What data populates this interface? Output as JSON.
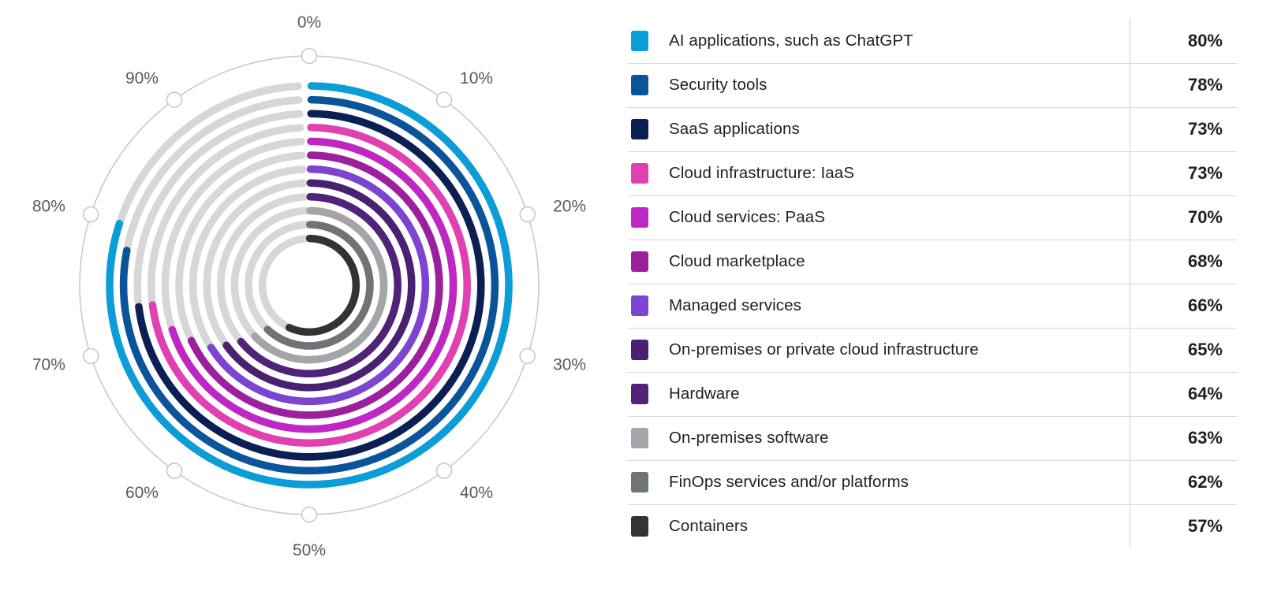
{
  "chart_data": {
    "type": "bar",
    "subtype": "radial-bar",
    "title": "",
    "xlabel": "",
    "ylabel": "",
    "categories": [
      "AI applications, such as ChatGPT",
      "Security tools",
      "SaaS applications",
      "Cloud infrastructure: IaaS",
      "Cloud services: PaaS",
      "Cloud marketplace",
      "Managed services",
      "On-premises or private cloud infrastructure",
      "Hardware",
      "On-premises software",
      "FinOps services and/or platforms",
      "Containers"
    ],
    "values": [
      80,
      78,
      73,
      73,
      70,
      68,
      66,
      65,
      64,
      63,
      62,
      57
    ],
    "value_labels": [
      "80%",
      "78%",
      "73%",
      "73%",
      "70%",
      "68%",
      "66%",
      "65%",
      "64%",
      "63%",
      "62%",
      "57%"
    ],
    "colors": [
      "#0b9dd8",
      "#0a5599",
      "#0b1f52",
      "#e040b0",
      "#bf27c4",
      "#9c1f9e",
      "#7d43d1",
      "#4a2070",
      "#502278",
      "#a3a5a8",
      "#6f7276",
      "#333333"
    ],
    "track_color": "#d7d7d7",
    "axis_color": "#c9c9c9",
    "ylim": [
      0,
      100
    ],
    "grid": false,
    "legend_position": "right",
    "angular_axis": {
      "start_label": "0%",
      "direction": "clockwise",
      "tick_labels": [
        "0%",
        "10%",
        "20%",
        "30%",
        "40%",
        "50%",
        "60%",
        "70%",
        "80%",
        "90%"
      ],
      "tick_values": [
        0,
        10,
        20,
        30,
        40,
        50,
        60,
        70,
        80,
        90
      ]
    }
  },
  "legend": {
    "rows": [
      {
        "label": "AI applications, such as ChatGPT",
        "value": "80%",
        "color": "#0b9dd8"
      },
      {
        "label": "Security tools",
        "value": "78%",
        "color": "#0a5599"
      },
      {
        "label": "SaaS applications",
        "value": "73%",
        "color": "#0b1f52"
      },
      {
        "label": "Cloud infrastructure: IaaS",
        "value": "73%",
        "color": "#e040b0"
      },
      {
        "label": "Cloud services: PaaS",
        "value": "70%",
        "color": "#bf27c4"
      },
      {
        "label": "Cloud marketplace",
        "value": "68%",
        "color": "#9c1f9e"
      },
      {
        "label": "Managed services",
        "value": "66%",
        "color": "#7d43d1"
      },
      {
        "label": "On-premises or private cloud infrastructure",
        "value": "65%",
        "color": "#4a2070"
      },
      {
        "label": "Hardware",
        "value": "64%",
        "color": "#502278"
      },
      {
        "label": "On-premises software",
        "value": "63%",
        "color": "#a3a5a8"
      },
      {
        "label": "FinOps services and/or platforms",
        "value": "62%",
        "color": "#6f7276"
      },
      {
        "label": "Containers",
        "value": "57%",
        "color": "#333333"
      }
    ]
  }
}
